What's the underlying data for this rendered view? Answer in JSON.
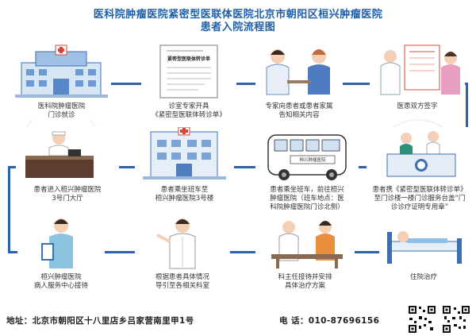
{
  "title": {
    "line1": "医科院肿瘤医院紧密型医联体医院北京市朝阳区桓兴肿瘤医院",
    "line2": "患者入院流程图"
  },
  "document_heading": "紧密型医联体转诊单",
  "bus_sign": "桓兴肿瘤医院",
  "steps": [
    {
      "label": "医科院肿瘤医院\n门诊就诊"
    },
    {
      "label": "诊室专家开具\n《紧密型医联体转诊单》"
    },
    {
      "label": "专家向患者或患者家属\n告知相关内容"
    },
    {
      "label": "医患双方签字"
    },
    {
      "label": "患者携《紧密型医联体转诊单》\n至门诊楼一楼门诊服务台盖“门\n诊诊疗证明专用章”"
    },
    {
      "label": "患者乘坐班车，前往桓兴\n肿瘤医院（班车地点：医\n科院肿瘤医院门诊北侧）"
    },
    {
      "label": "患者乘坐班车至\n桓兴肿瘤医院3号楼"
    },
    {
      "label": "患者进入桓兴肿瘤医院\n3号门大厅"
    },
    {
      "label": "桓兴肿瘤医院\n病人服务中心接待"
    },
    {
      "label": "根据患者具体情况\n导引至各相关科室"
    },
    {
      "label": "科主任接待并安排\n具体治疗方案"
    },
    {
      "label": "住院治疗"
    }
  ],
  "footer": {
    "address": "地址：北京市朝阳区十八里店乡吕家营南里甲1号",
    "phone": "电 话：010-87696156"
  },
  "colors": {
    "primary": "#2c63ae",
    "accent": "#1f5fa8",
    "skin": "#f4cfb5"
  }
}
